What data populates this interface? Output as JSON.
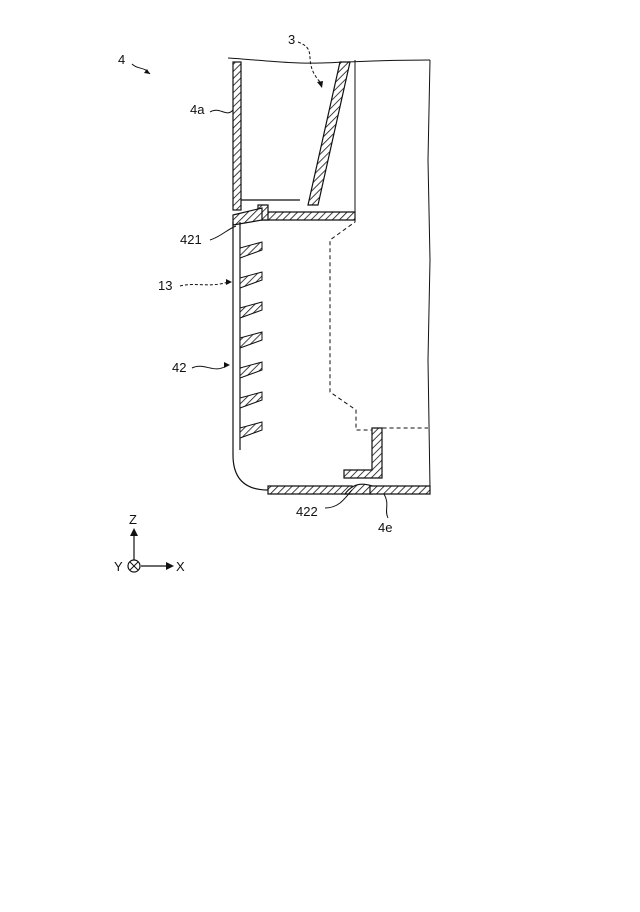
{
  "labels": {
    "assembly": "4",
    "part3": "3",
    "wall_4a": "4a",
    "joint_421": "421",
    "area_13": "13",
    "member_42": "42",
    "joint_422": "422",
    "wall_4e": "4e"
  },
  "axes": {
    "z": "Z",
    "y": "Y",
    "x": "X"
  }
}
